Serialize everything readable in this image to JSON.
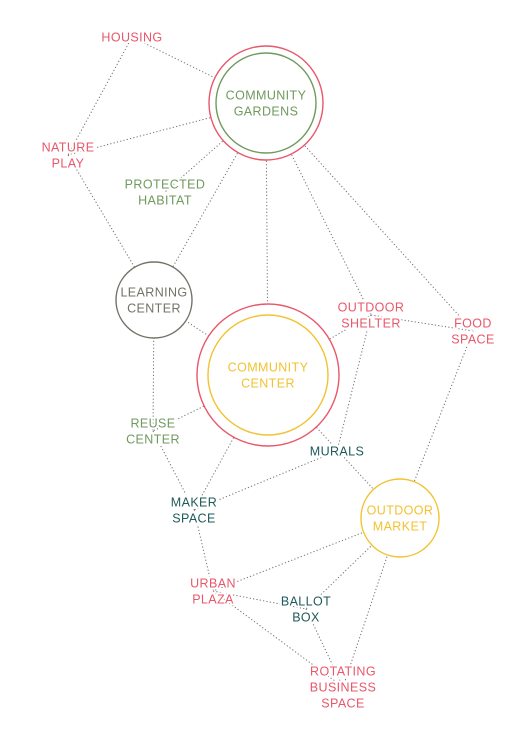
{
  "colors": {
    "red": "#e8576a",
    "green": "#6f9a5e",
    "teal": "#1f5a5a",
    "yellow": "#f2c230",
    "grey": "#6f7466",
    "edge": "#6f6f6f"
  },
  "nodes": {
    "housing": {
      "lines": [
        "HOUSING"
      ],
      "color": "red"
    },
    "community_gardens": {
      "lines": [
        "COMMUNITY",
        "GARDENS"
      ],
      "color": "green",
      "rings": [
        "red",
        "green"
      ]
    },
    "nature_play": {
      "lines": [
        "NATURE",
        "PLAY"
      ],
      "color": "red"
    },
    "protected_habitat": {
      "lines": [
        "PROTECTED",
        "HABITAT"
      ],
      "color": "green"
    },
    "learning_center": {
      "lines": [
        "LEARNING",
        "CENTER"
      ],
      "color": "grey",
      "rings": [
        "grey"
      ]
    },
    "outdoor_shelter": {
      "lines": [
        "OUTDOOR",
        "SHELTER"
      ],
      "color": "red"
    },
    "food_space": {
      "lines": [
        "FOOD",
        "SPACE"
      ],
      "color": "red"
    },
    "community_center": {
      "lines": [
        "COMMUNITY",
        "CENTER"
      ],
      "color": "yellow",
      "rings": [
        "red",
        "yellow"
      ]
    },
    "reuse_center": {
      "lines": [
        "REUSE",
        "CENTER"
      ],
      "color": "green"
    },
    "murals": {
      "lines": [
        "MURALS"
      ],
      "color": "teal"
    },
    "maker_space": {
      "lines": [
        "MAKER",
        "SPACE"
      ],
      "color": "teal"
    },
    "outdoor_market": {
      "lines": [
        "OUTDOOR",
        "MARKET"
      ],
      "color": "yellow",
      "rings": [
        "yellow"
      ]
    },
    "urban_plaza": {
      "lines": [
        "URBAN",
        "PLAZA"
      ],
      "color": "red"
    },
    "ballot_box": {
      "lines": [
        "BALLOT",
        "BOX"
      ],
      "color": "teal"
    },
    "rotating_business_space": {
      "lines": [
        "ROTATING",
        "BUSINESS",
        "SPACE"
      ],
      "color": "red"
    }
  },
  "edges": [
    [
      "housing",
      "community_gardens"
    ],
    [
      "housing",
      "nature_play"
    ],
    [
      "community_gardens",
      "nature_play"
    ],
    [
      "community_gardens",
      "protected_habitat"
    ],
    [
      "community_gardens",
      "learning_center"
    ],
    [
      "community_gardens",
      "community_center"
    ],
    [
      "community_gardens",
      "outdoor_shelter"
    ],
    [
      "community_gardens",
      "food_space"
    ],
    [
      "nature_play",
      "learning_center"
    ],
    [
      "learning_center",
      "community_center"
    ],
    [
      "learning_center",
      "reuse_center"
    ],
    [
      "community_center",
      "outdoor_shelter"
    ],
    [
      "outdoor_shelter",
      "food_space"
    ],
    [
      "outdoor_shelter",
      "murals"
    ],
    [
      "food_space",
      "outdoor_market"
    ],
    [
      "community_center",
      "outdoor_market"
    ],
    [
      "community_center",
      "reuse_center"
    ],
    [
      "community_center",
      "maker_space"
    ],
    [
      "reuse_center",
      "maker_space"
    ],
    [
      "murals",
      "maker_space"
    ],
    [
      "maker_space",
      "urban_plaza"
    ],
    [
      "outdoor_market",
      "urban_plaza"
    ],
    [
      "outdoor_market",
      "ballot_box"
    ],
    [
      "outdoor_market",
      "rotating_business_space"
    ],
    [
      "urban_plaza",
      "ballot_box"
    ],
    [
      "urban_plaza",
      "rotating_business_space"
    ],
    [
      "ballot_box",
      "rotating_business_space"
    ]
  ]
}
